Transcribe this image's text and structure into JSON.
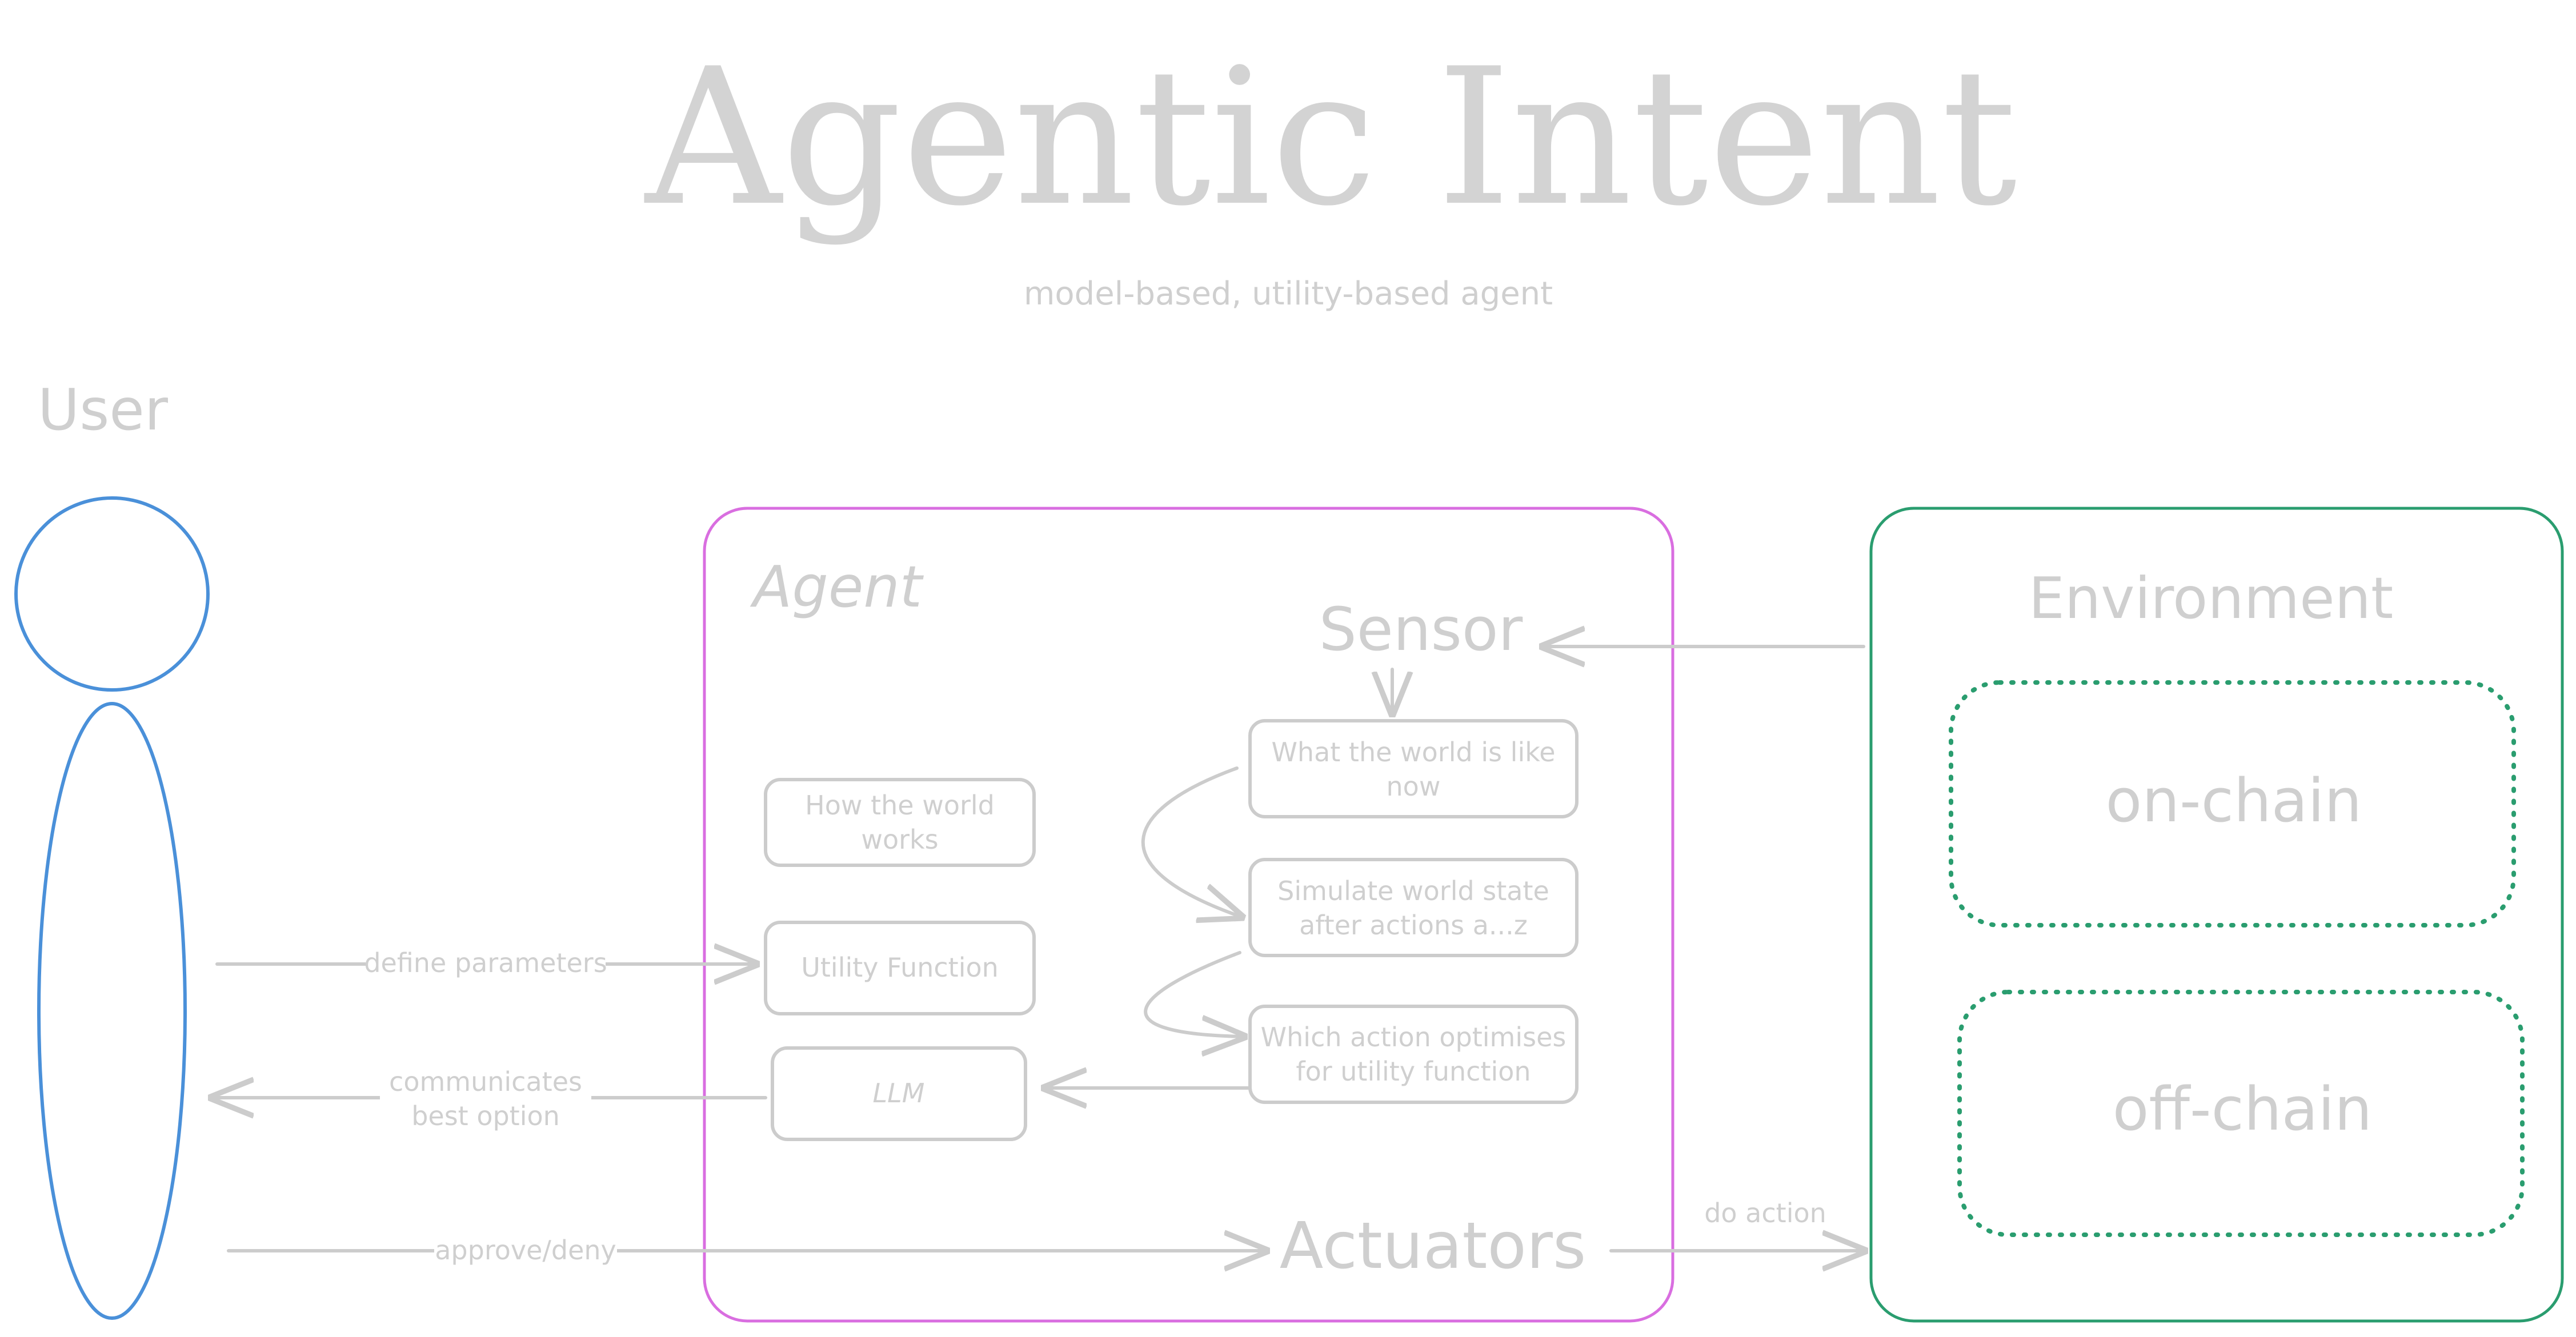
{
  "title": "Agentic Intent",
  "subtitle": "model-based, utility-based agent",
  "colors": {
    "text": "#cfcfcf",
    "line": "#cccccc",
    "user": "#4a90d9",
    "agent": "#d96ee0",
    "environment": "#2a9d6f"
  },
  "user": {
    "label": "User"
  },
  "agent": {
    "label": "Agent",
    "sensor": "Sensor",
    "actuators": "Actuators",
    "boxes": {
      "world_now": [
        "What the world is like",
        "now"
      ],
      "simulate": [
        "Simulate world state",
        "after actions a...z"
      ],
      "which_action": [
        "Which action optimises",
        "for utility function"
      ],
      "how_world": [
        "How the world",
        "works"
      ],
      "utility": [
        "Utility Function"
      ],
      "llm": [
        "LLM"
      ]
    }
  },
  "environment": {
    "label": "Environment",
    "on_chain": "on-chain",
    "off_chain": "off-chain"
  },
  "flows": {
    "define": "define parameters",
    "communicates": [
      "communicates",
      "best option"
    ],
    "approve": "approve/deny",
    "do_action": "do action"
  }
}
